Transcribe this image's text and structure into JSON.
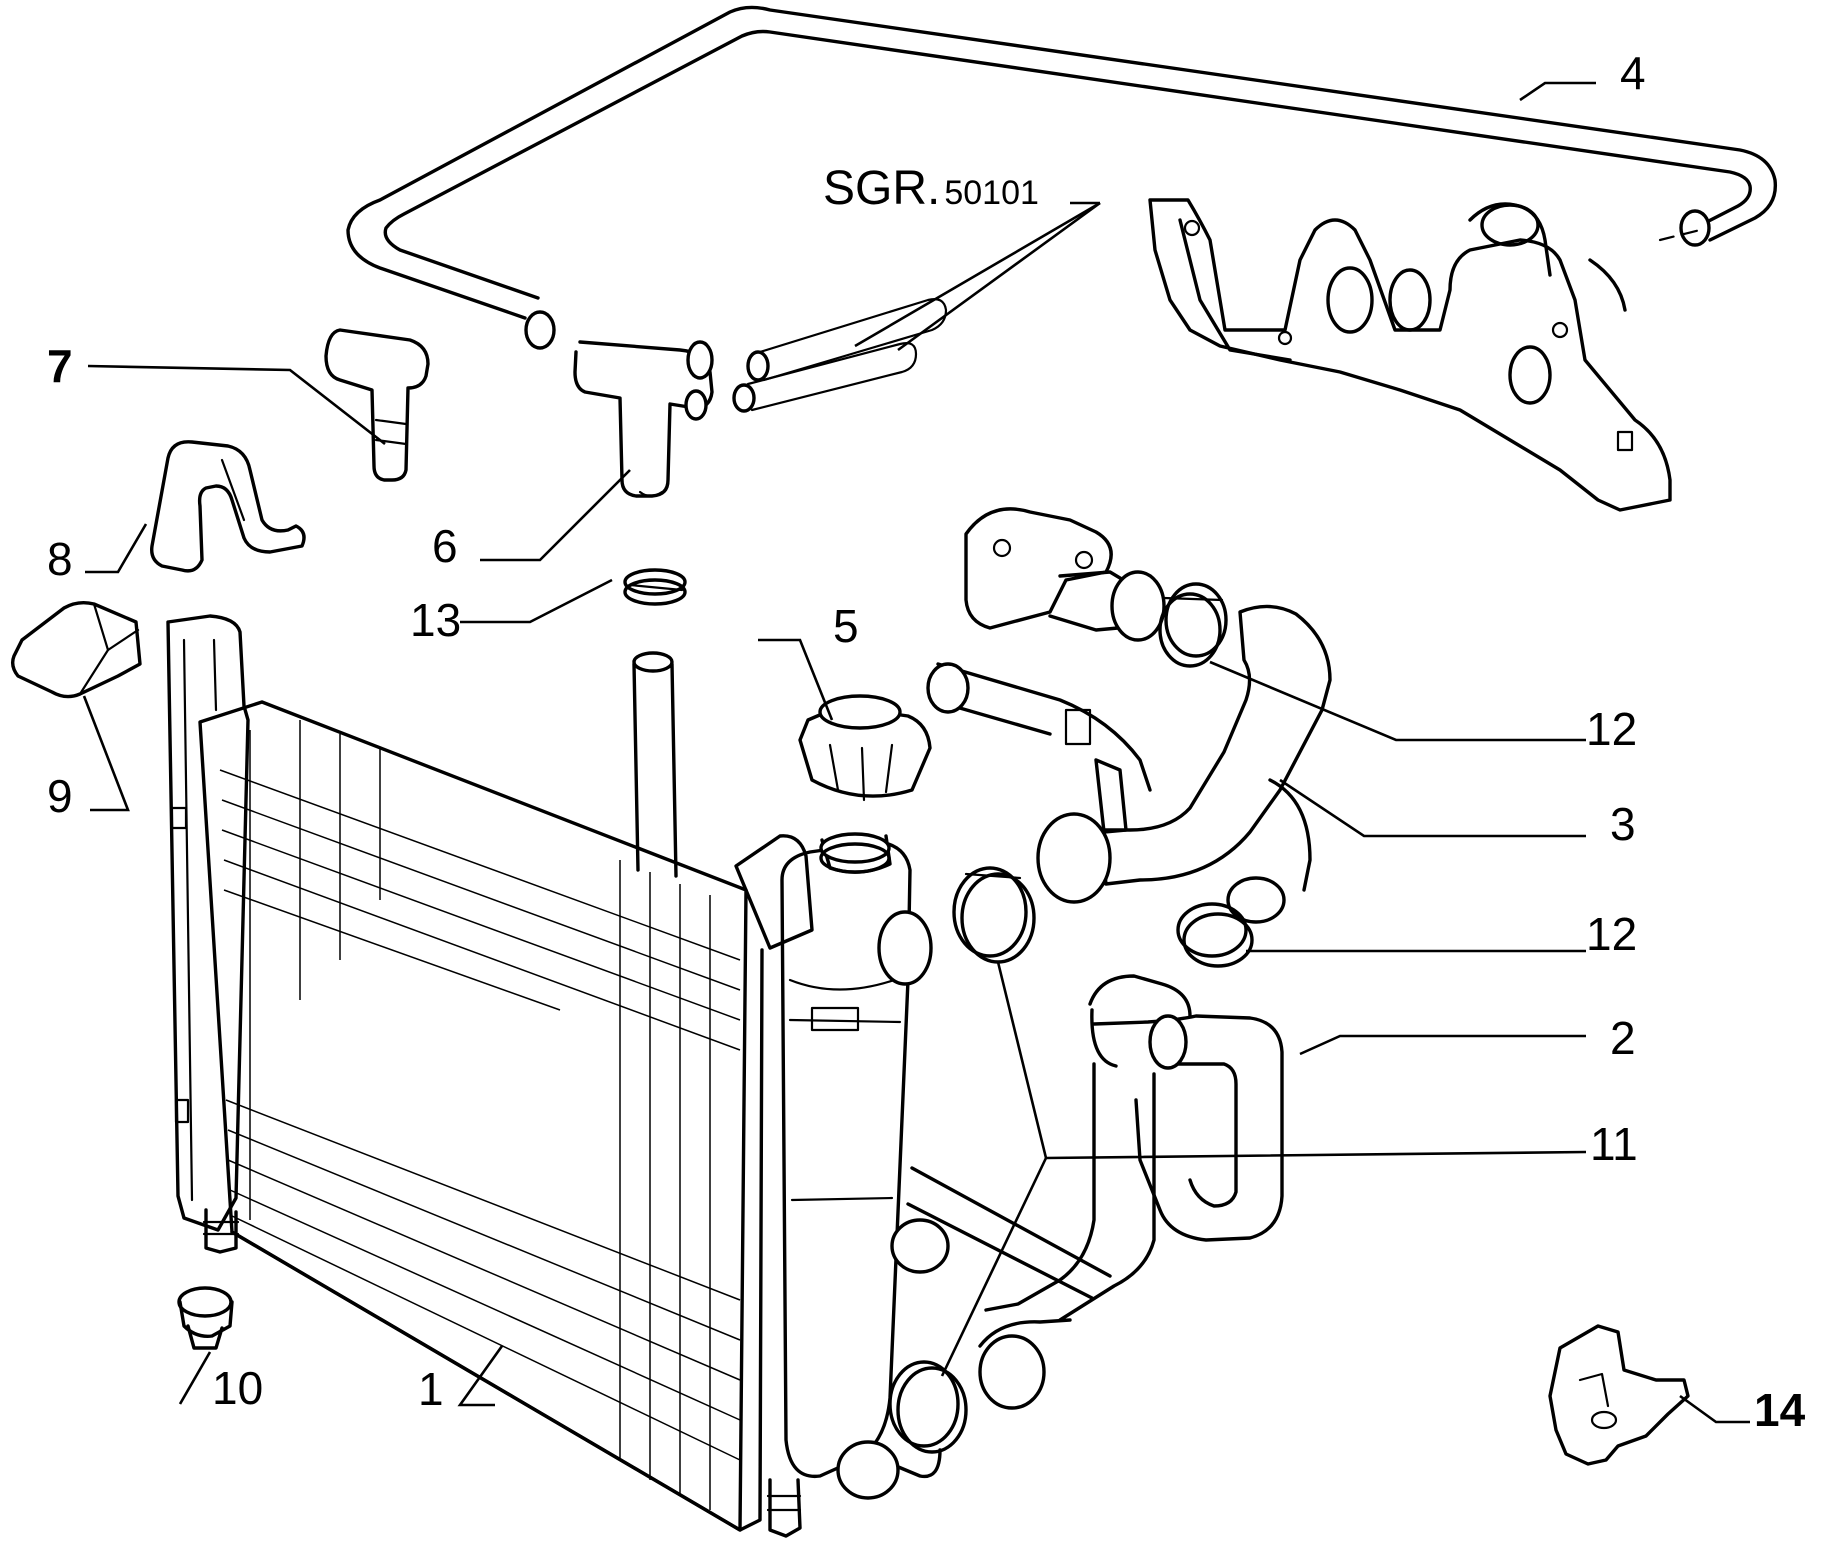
{
  "reference": {
    "prefix": "SGR.",
    "number": "50101"
  },
  "callouts": {
    "c1": "1",
    "c2": "2",
    "c3": "3",
    "c4": "4",
    "c5": "5",
    "c6": "6",
    "c7": "7",
    "c8": "8",
    "c9": "9",
    "c10": "10",
    "c11": "11",
    "c12a": "12",
    "c12b": "12",
    "c13": "13",
    "c14": "14"
  }
}
